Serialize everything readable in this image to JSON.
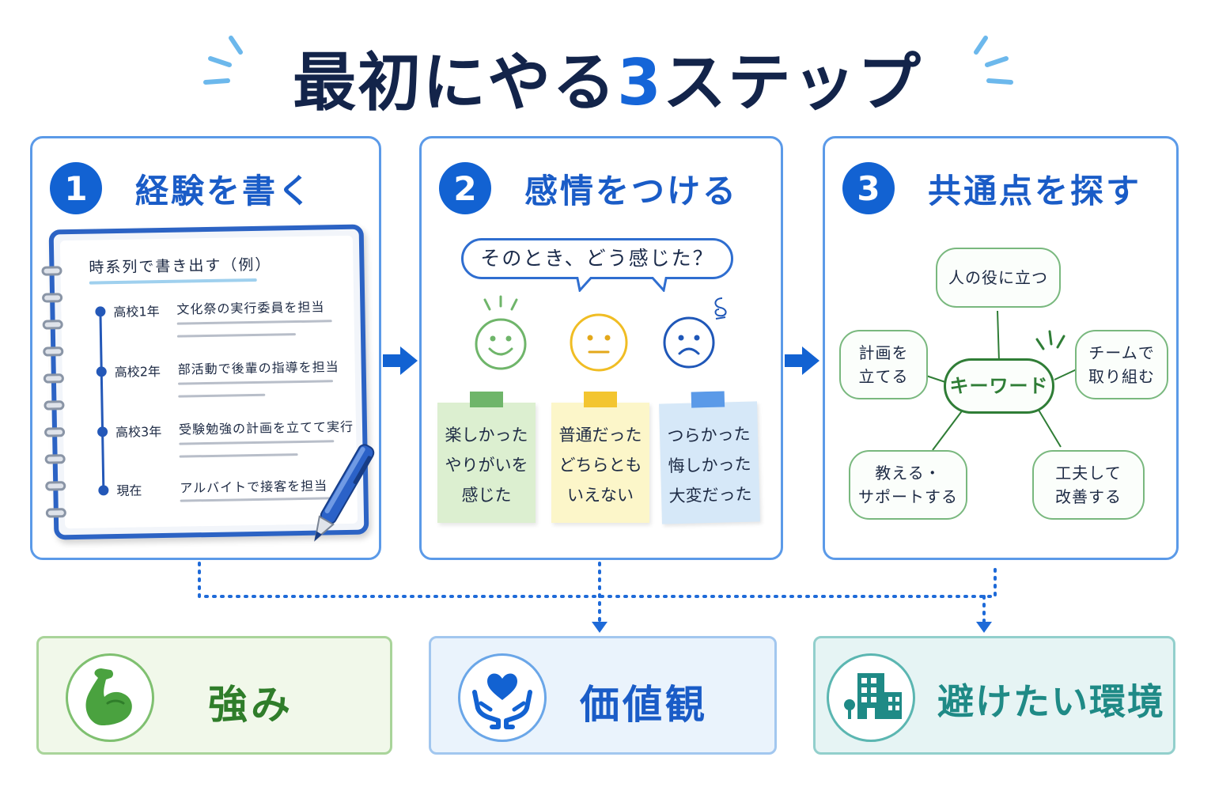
{
  "title": {
    "main": "最初にやる",
    "number": "3",
    "suffix": "ステップ"
  },
  "colors": {
    "primary": "#1262d2",
    "title_dark": "#13244a",
    "green": "#2f7d36",
    "teal": "#1f8a86"
  },
  "steps": [
    {
      "number": "1",
      "title": "経験を書く"
    },
    {
      "number": "2",
      "title": "感情をつける"
    },
    {
      "number": "3",
      "title": "共通点を探す"
    }
  ],
  "notebook": {
    "heading": "時系列で書き出す（例）",
    "entries": [
      {
        "period": "高校1年",
        "text": "文化祭の実行委員を担当"
      },
      {
        "period": "高校2年",
        "text": "部活動で後輩の指導を担当"
      },
      {
        "period": "高校3年",
        "text": "受験勉強の計画を立てて実行"
      },
      {
        "period": "現在",
        "text": "アルバイトで接客を担当"
      }
    ]
  },
  "emotions": {
    "question": "そのとき、どう感じた？",
    "faces": [
      "smile-face-icon",
      "neutral-face-icon",
      "sad-face-icon"
    ],
    "notes": [
      {
        "lines": [
          "楽しかった",
          "やりがいを",
          "感じた"
        ],
        "color": "#dcefd0",
        "tape": "#6fb56a"
      },
      {
        "lines": [
          "普通だった",
          "どちらとも",
          "いえない"
        ],
        "color": "#fcf6c9",
        "tape": "#f3c530"
      },
      {
        "lines": [
          "つらかった",
          "悔しかった",
          "大変だった"
        ],
        "color": "#d6e8f8",
        "tape": "#5b9ae8"
      }
    ]
  },
  "mindmap": {
    "center": "キーワード",
    "nodes": [
      {
        "lines": [
          "人の役に立つ"
        ]
      },
      {
        "lines": [
          "計画を",
          "立てる"
        ]
      },
      {
        "lines": [
          "チームで",
          "取り組む"
        ]
      },
      {
        "lines": [
          "教える・",
          "サポートする"
        ]
      },
      {
        "lines": [
          "工夫して",
          "改善する"
        ]
      }
    ]
  },
  "results": [
    {
      "label": "強み",
      "icon": "flexed-arm-icon"
    },
    {
      "label": "価値観",
      "icon": "heart-hands-icon"
    },
    {
      "label": "避けたい環境",
      "icon": "building-icon"
    }
  ]
}
